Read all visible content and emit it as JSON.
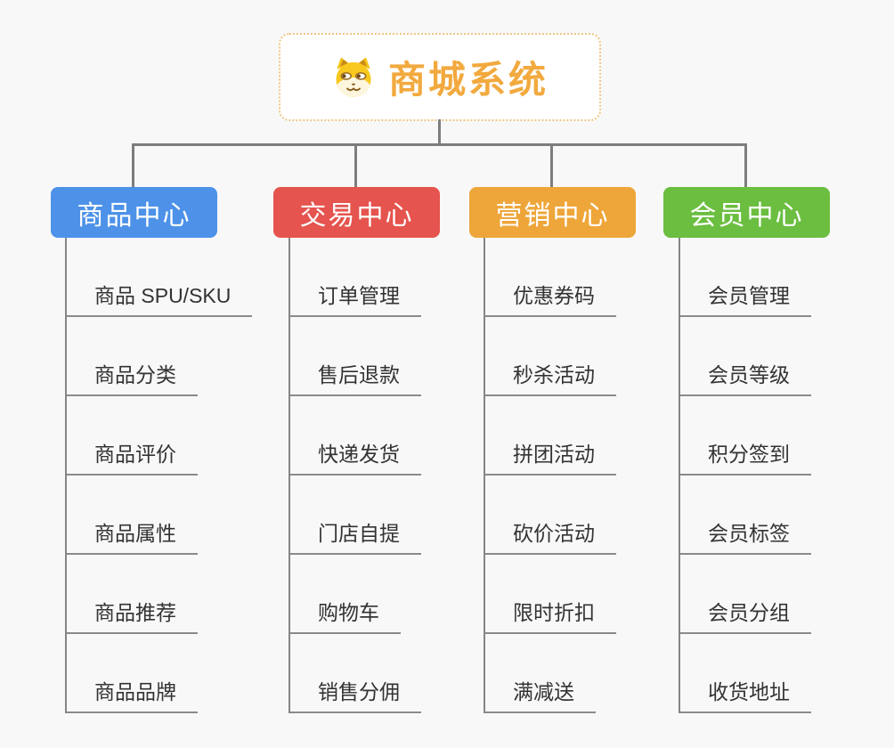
{
  "root": {
    "title": "商城系统",
    "icon": "dog-icon"
  },
  "branches": [
    {
      "label": "商品中心",
      "color": "#4D92E8",
      "children": [
        "商品 SPU/SKU",
        "商品分类",
        "商品评价",
        "商品属性",
        "商品推荐",
        "商品品牌"
      ]
    },
    {
      "label": "交易中心",
      "color": "#E5544E",
      "children": [
        "订单管理",
        "售后退款",
        "快递发货",
        "门店自提",
        "购物车",
        "销售分佣"
      ]
    },
    {
      "label": "营销中心",
      "color": "#EEA63A",
      "children": [
        "优惠券码",
        "秒杀活动",
        "拼团活动",
        "砍价活动",
        "限时折扣",
        "满减送"
      ]
    },
    {
      "label": "会员中心",
      "color": "#6BBE40",
      "children": [
        "会员管理",
        "会员等级",
        "积分签到",
        "会员标签",
        "会员分组",
        "收货地址"
      ]
    }
  ],
  "colors": {
    "background": "#F8F8F8",
    "connector": "#7D7D7D",
    "underline": "#8A8A8A",
    "root_text": "#F2A93E",
    "root_border": "#F0C482",
    "item_text": "#333333",
    "branch_text": "#FFFFFF"
  }
}
